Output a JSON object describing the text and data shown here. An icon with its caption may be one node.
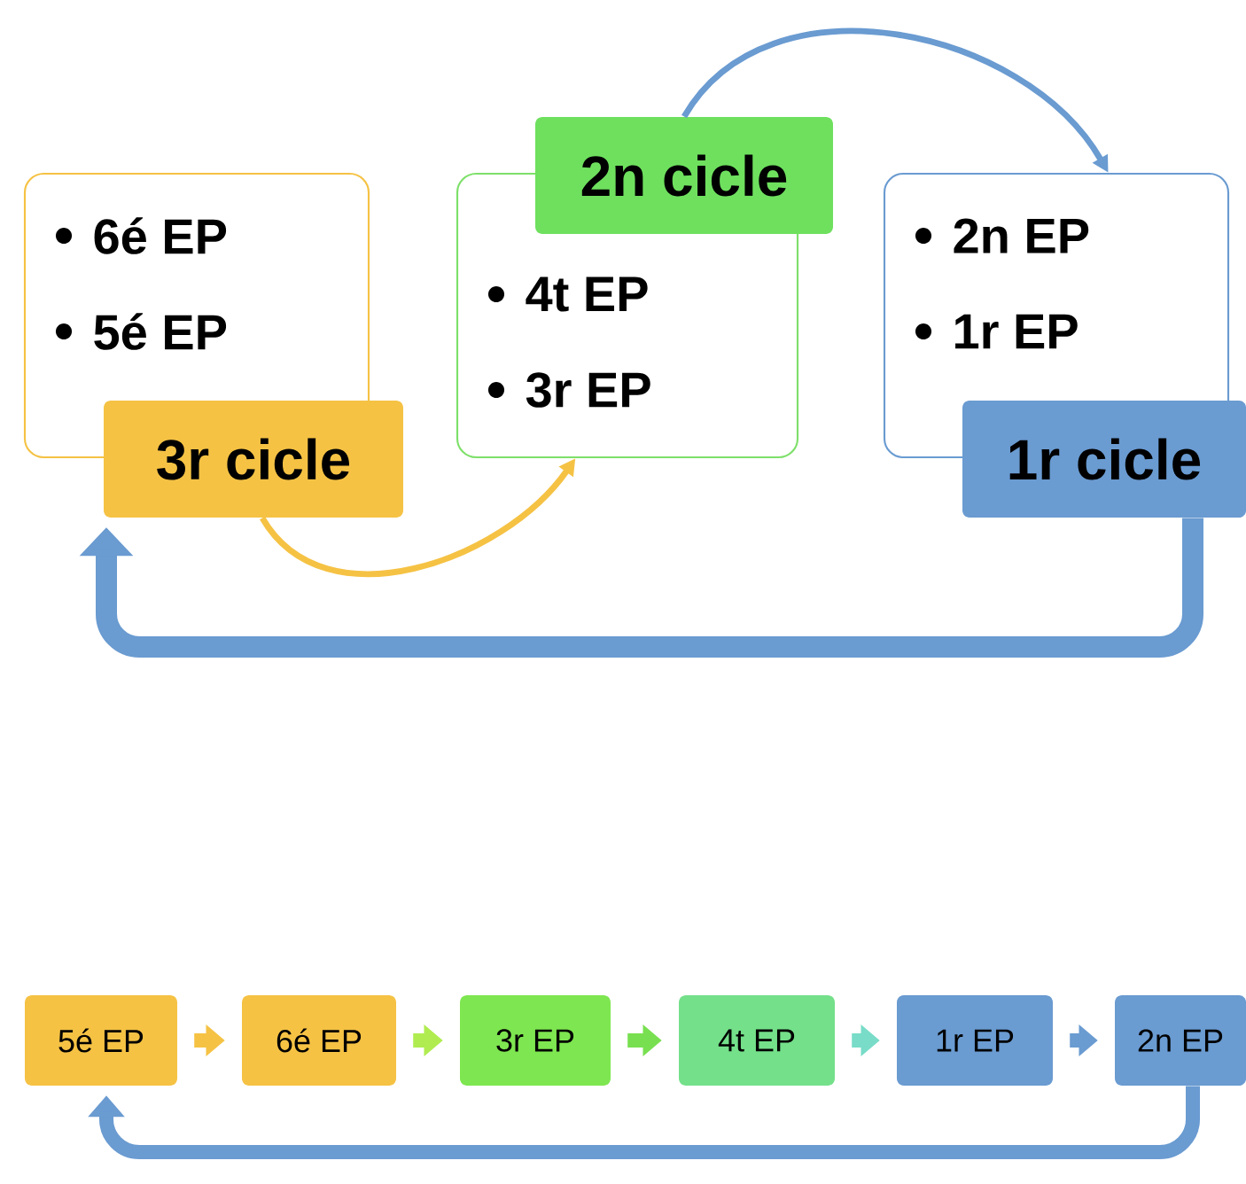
{
  "diagram": {
    "nodes": [
      {
        "text": [
          "6é EP",
          "5é EP"
        ]
      },
      {
        "text": [
          "3r cicle"
        ]
      },
      {
        "text": [
          "4t EP",
          "3r EP"
        ]
      },
      {
        "text": [
          "2n cicle"
        ]
      },
      {
        "text": [
          "2n EP",
          "1r EP"
        ]
      },
      {
        "text": [
          "1r cicle"
        ]
      },
      {
        "text": [
          "5é EP"
        ]
      },
      {
        "text": [
          "6é EP"
        ]
      },
      {
        "text": [
          "3r EP"
        ]
      },
      {
        "text": [
          "4t EP"
        ]
      },
      {
        "text": [
          "1r EP"
        ]
      },
      {
        "text": [
          "2n EP"
        ]
      }
    ],
    "edges": [
      {
        "from": 1,
        "to": 2,
        "arrow": "to",
        "color": "#f5c244"
      },
      {
        "from": 3,
        "to": 4,
        "arrow": "to",
        "color": "#6a9bd1"
      },
      {
        "from": 5,
        "to": 1,
        "arrow": "to",
        "color": "#6a9bd1"
      },
      {
        "from": 6,
        "to": 7,
        "arrow": "to",
        "color": "#f5c244"
      },
      {
        "from": 7,
        "to": 8,
        "arrow": "to",
        "color": "#b0ec50"
      },
      {
        "from": 8,
        "to": 9,
        "arrow": "to",
        "color": "#78e050"
      },
      {
        "from": 9,
        "to": 10,
        "arrow": "to",
        "color": "#78dcc8"
      },
      {
        "from": 10,
        "to": 11,
        "arrow": "to",
        "color": "#6a9bd1"
      },
      {
        "from": 11,
        "to": 6,
        "arrow": "to",
        "color": "#6a9bd1"
      }
    ]
  }
}
